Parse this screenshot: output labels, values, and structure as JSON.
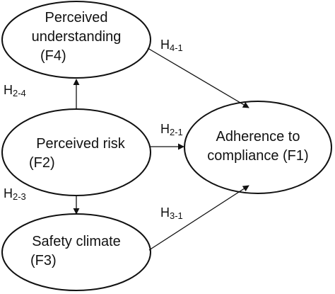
{
  "nodes": {
    "f4": {
      "line1": "Perceived",
      "line2": "understanding",
      "line3": "(F4)"
    },
    "f2": {
      "line1": "Perceived risk",
      "line2": "(F2)"
    },
    "f3": {
      "line1": "Safety climate",
      "line2": "(F3)"
    },
    "f1": {
      "line1": "Adherence to",
      "line2": "compliance (F1)"
    }
  },
  "hypotheses": {
    "h41": {
      "main": "H",
      "sub": "4-1"
    },
    "h24": {
      "main": "H",
      "sub": "2-4"
    },
    "h21": {
      "main": "H",
      "sub": "2-1"
    },
    "h23": {
      "main": "H",
      "sub": "2-3"
    },
    "h31": {
      "main": "H",
      "sub": "3-1"
    }
  },
  "colors": {
    "stroke": "#111111",
    "background": "#ffffff"
  }
}
